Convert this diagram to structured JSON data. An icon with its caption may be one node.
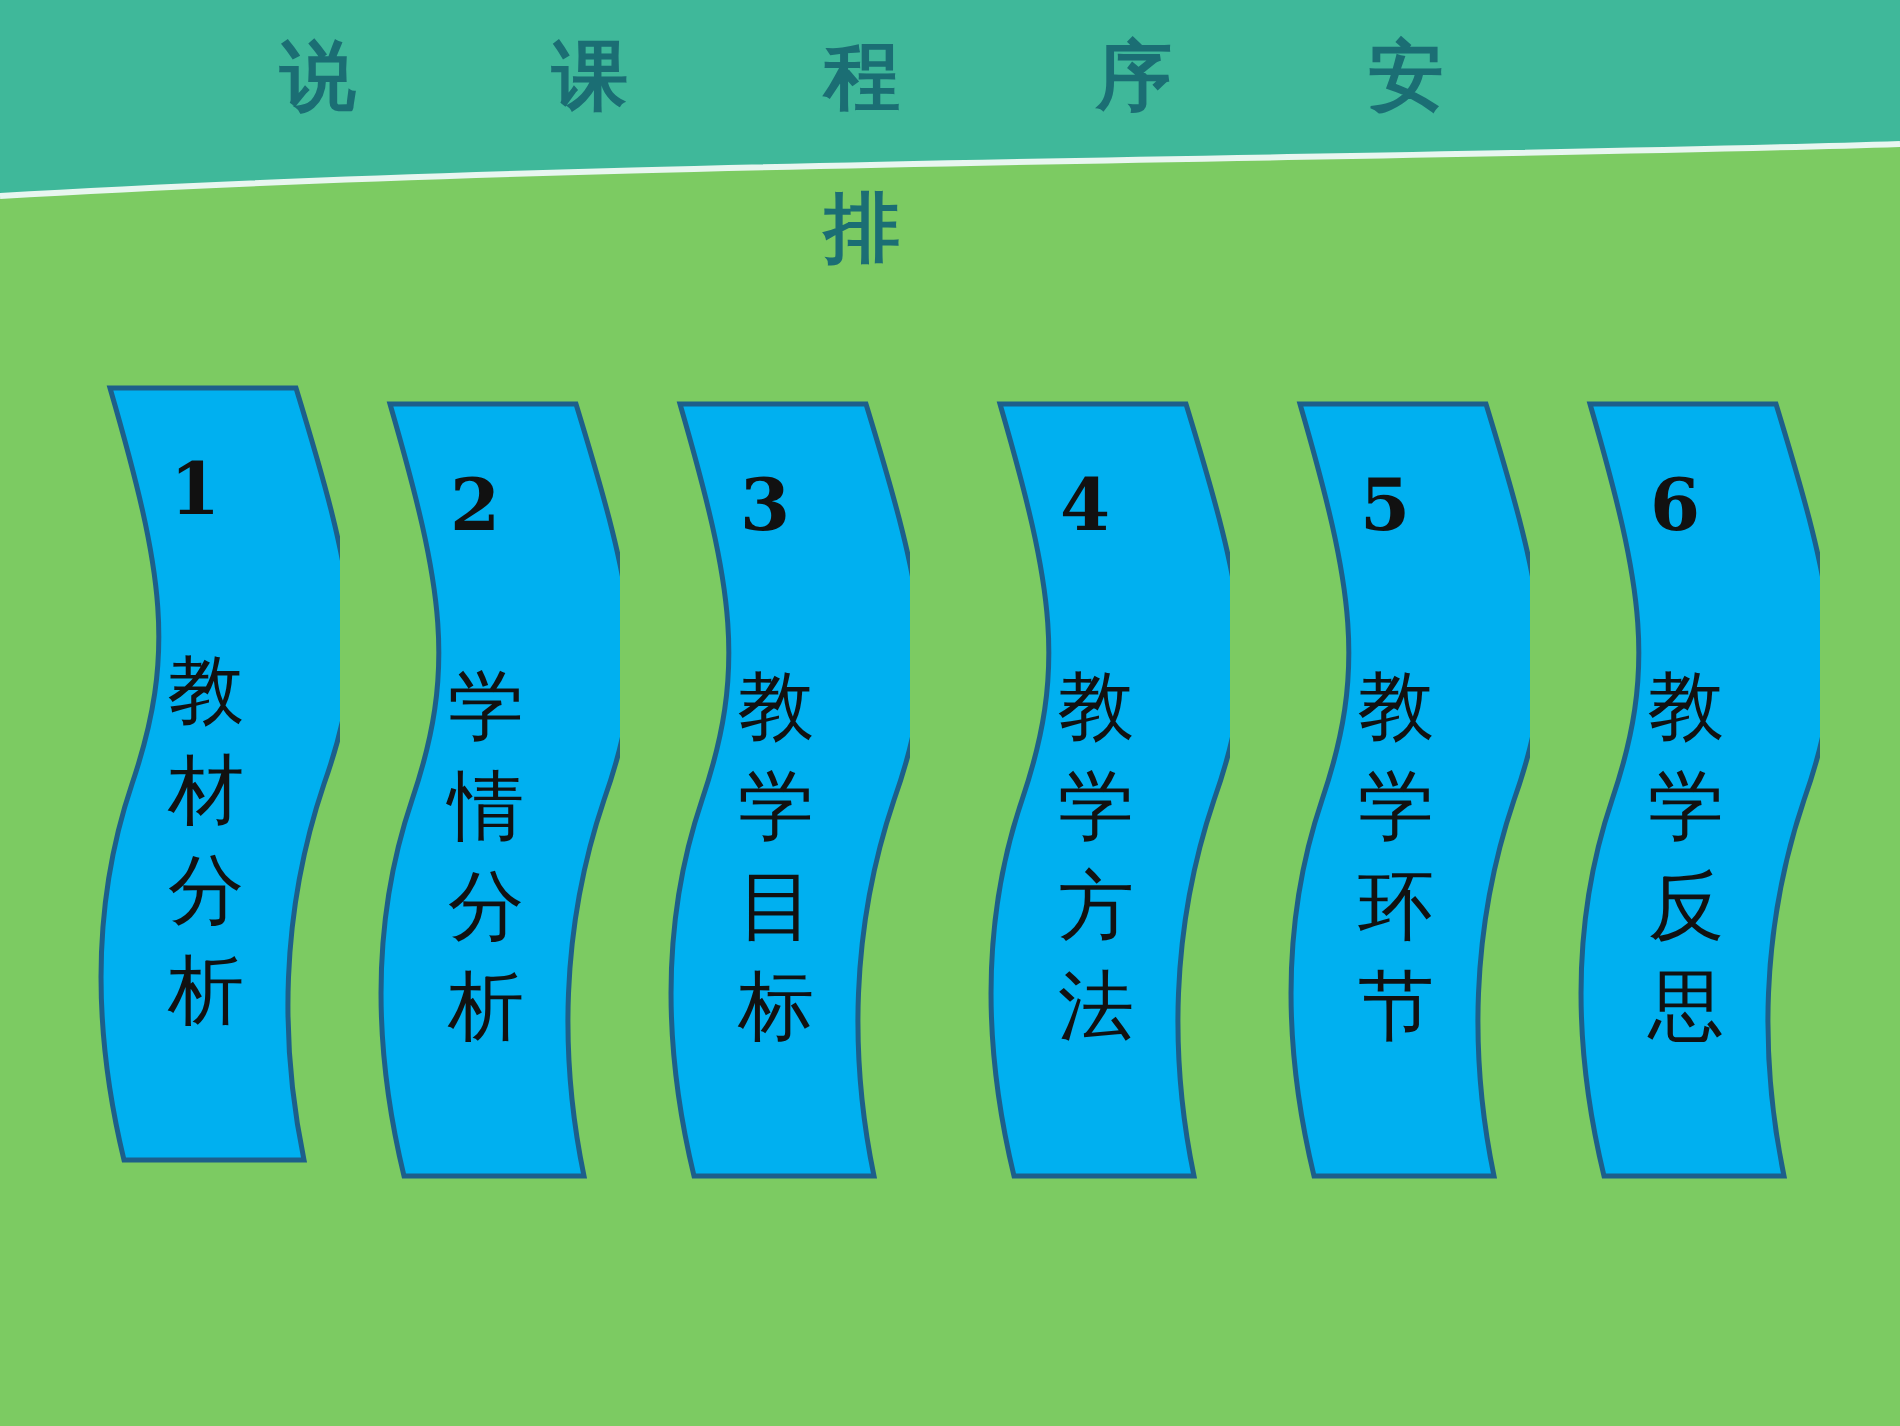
{
  "diagram": {
    "title": "说课程序安排",
    "nodes": [
      {
        "text": [
          "1",
          "教材分析"
        ]
      },
      {
        "text": [
          "2",
          "学情分析"
        ]
      },
      {
        "text": [
          "3",
          "教学目标"
        ]
      },
      {
        "text": [
          "4",
          "教学方法"
        ]
      },
      {
        "text": [
          "5",
          "教学环节"
        ]
      },
      {
        "text": [
          "6",
          "教学反思"
        ]
      }
    ]
  }
}
